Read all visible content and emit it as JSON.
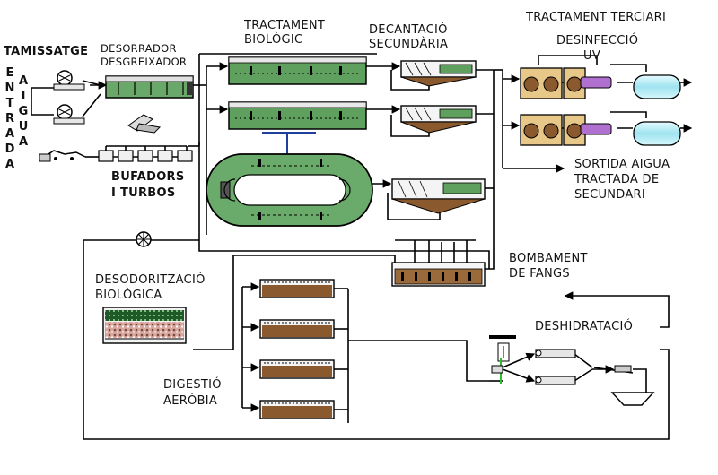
{
  "labels": {
    "tamissatge": "TAMISSATGE",
    "entrada": [
      "E",
      "N",
      "T",
      "R",
      "A",
      "D",
      "A"
    ],
    "aigua": [
      "A",
      "I",
      "G",
      "U",
      "A"
    ],
    "desorrador_1": "DESORRADOR",
    "desorrador_2": "DESGREIXADOR",
    "biologic_1": "TRACTAMENT",
    "biologic_2": "BIOLÒGIC",
    "decantacio_1": "DECANTACIÓ",
    "decantacio_2": "SECUNDÀRIA",
    "terciari": "TRACTAMENT TERCIARI",
    "desinfeccio_1": "DESINFECCIÓ",
    "desinfeccio_2": "UV",
    "sortida_1": "SORTIDA AIGUA",
    "sortida_2": "TRACTADA DE",
    "sortida_3": "SECUNDARI",
    "bufadors_1": "BUFADORS",
    "bufadors_2": "I TURBOS",
    "desodoritzacio_1": "DESODORITZACIÓ",
    "desodoritzacio_2": "BIOLÒGICA",
    "bombament_1": "BOMBAMENT",
    "bombament_2": "DE FANGS",
    "deshidratacio": "DESHIDRATACIÓ",
    "digestio_1": "DIGESTIÓ",
    "digestio_2": "AERÒBIA"
  },
  "colors": {
    "basin": "#5a9a5a",
    "basin_light": "#8cc08c",
    "sludge": "#8a5a2e",
    "uv_lamp": "#b070d0",
    "tank": "#bfeff6",
    "air_line": "#1e3f9e",
    "line": "#000000",
    "gravel": "#2e6e2e"
  }
}
